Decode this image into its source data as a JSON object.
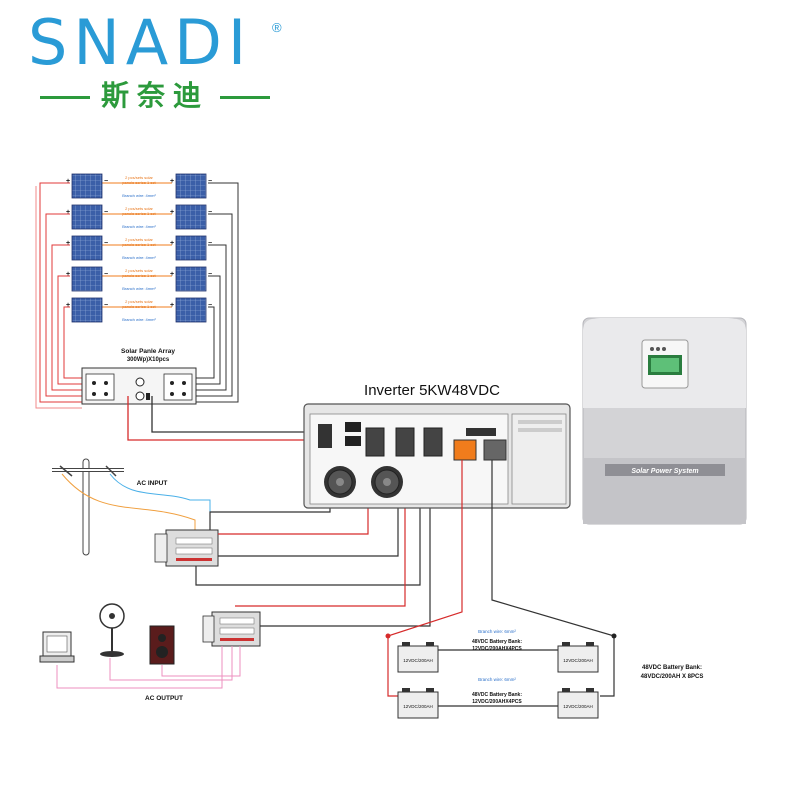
{
  "logo": {
    "brand": "SNADI",
    "registered": "®",
    "chinese": "斯奈迪",
    "colors": {
      "brand_blue": "#2a9bd6",
      "brand_green": "#2c9a3c",
      "accent_orange": "#f07c1c"
    }
  },
  "solar": {
    "pair_label_line1": "2 pcs/sets solar",
    "pair_label_line2": "panels series 1 set",
    "branch_wire": "Branch wire: 4mm²",
    "array_title": "Solar Panle Array",
    "array_spec": "300Wp)X10pcs"
  },
  "inverter": {
    "title": "Inverter  5KW48VDC",
    "unit_label": "Solar Power System"
  },
  "ac": {
    "input_label": "AC INPUT",
    "output_label": "AC OUTPUT"
  },
  "battery": {
    "branch_wire": "Branch wire: 6mm²",
    "cell_label": "12VDC/200AH",
    "bank_line1": "48VDC Battery Bank:",
    "bank_line2": "12VDC/200AHX4PCS",
    "total_line1": "48VDC Battery Bank:",
    "total_line2": "48VDC/200AH  X  8PCS"
  }
}
